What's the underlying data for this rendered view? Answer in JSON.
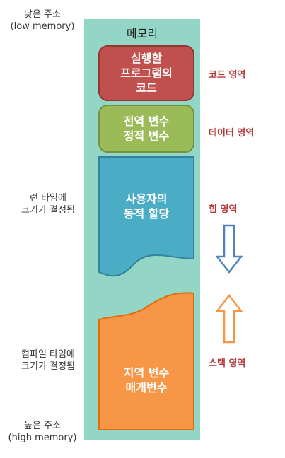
{
  "left_labels": {
    "low": "낮은 주소\n(low memory)",
    "runtime": "런 타임에\n크기가 결정됨",
    "compile": "컴파일 타임에\n크기가 결정됨",
    "high": "높은 주소\n(high memory)"
  },
  "memory": {
    "title": "메모리",
    "code_block": "실행할\n프로그램의\n코드",
    "data_block": "전역 변수\n정적 변수",
    "heap_block": "사용자의\n동적 할당",
    "stack_block": "지역 변수\n매개변수"
  },
  "right_labels": {
    "code": "코드 영역",
    "data": "데이터 영역",
    "heap": "힙 영역",
    "stack": "스택 영역"
  },
  "colors": {
    "memory_bg": "#93d6c6",
    "code": "#c0504d",
    "data": "#9bbb59",
    "heap": "#4bacc6",
    "stack": "#f79646",
    "heap_arrow": "#4f81bd",
    "stack_arrow": "#f79646",
    "segment_label": "#b23a3a"
  }
}
